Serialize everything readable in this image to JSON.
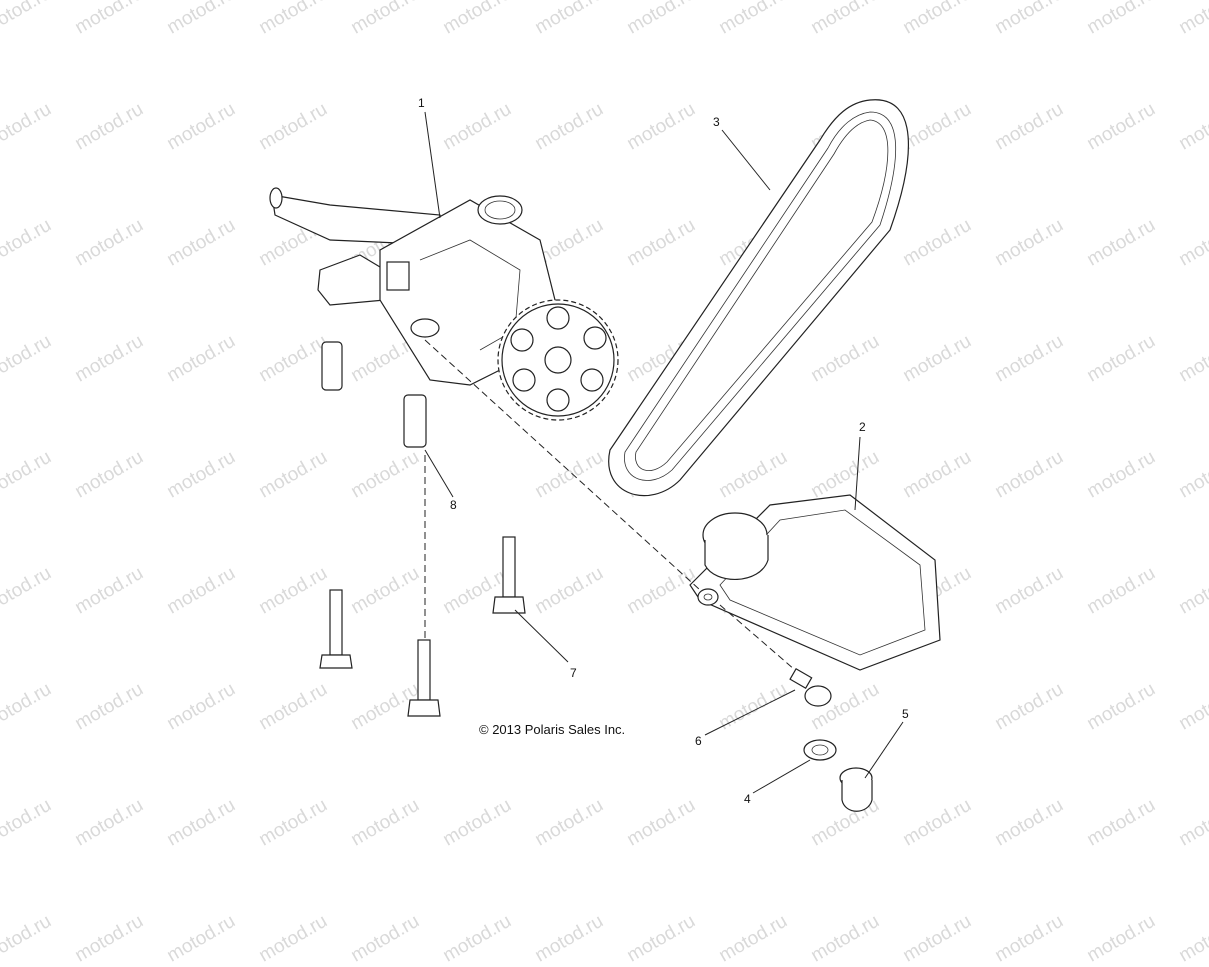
{
  "watermark": "motod.ru",
  "copyright": "© 2013 Polaris Sales Inc.",
  "callouts": [
    {
      "id": "1",
      "label": "1"
    },
    {
      "id": "2",
      "label": "2"
    },
    {
      "id": "3",
      "label": "3"
    },
    {
      "id": "4",
      "label": "4"
    },
    {
      "id": "5",
      "label": "5"
    },
    {
      "id": "6",
      "label": "6"
    },
    {
      "id": "7",
      "label": "7"
    },
    {
      "id": "8",
      "label": "8"
    }
  ]
}
